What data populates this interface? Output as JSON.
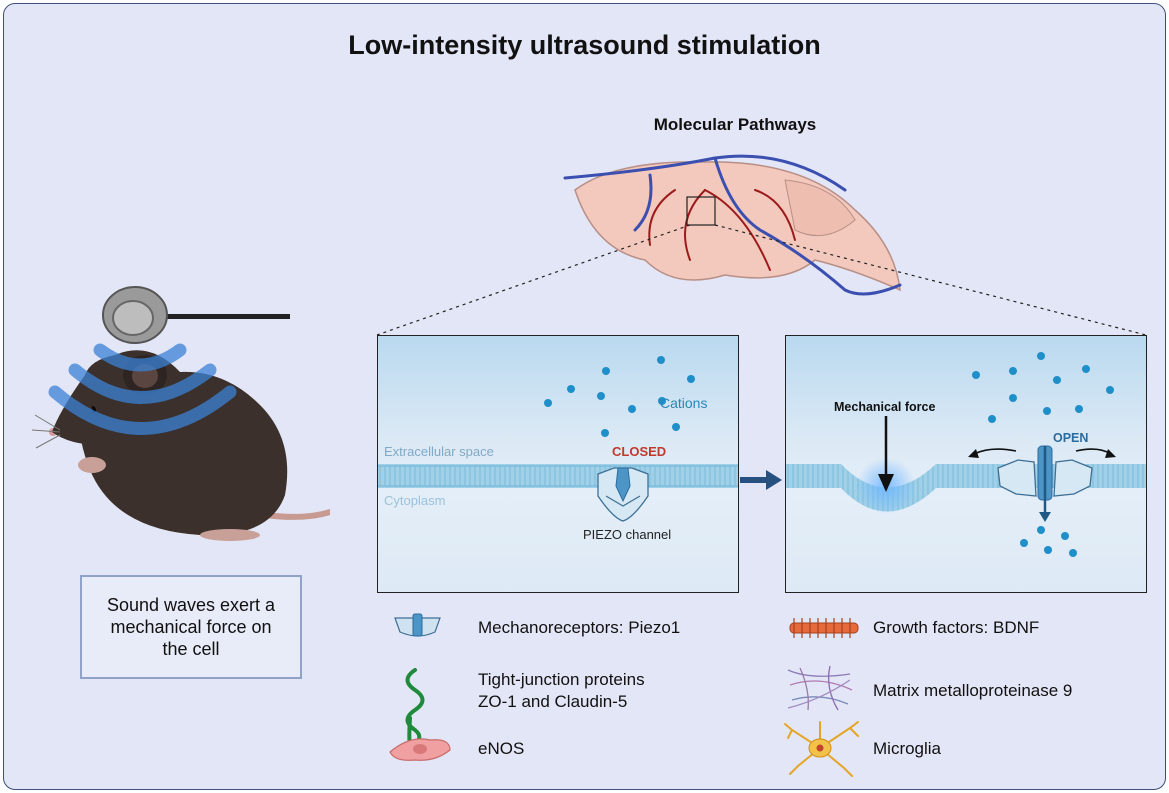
{
  "title": "Low-intensity ultrasound stimulation",
  "subtitle": "Molecular Pathways",
  "caption": "Sound waves exert a mechanical force on the cell",
  "panel_closed": {
    "cations_label": "Cations",
    "extracellular_label": "Extracellular space",
    "cytoplasm_label": "Cytoplasm",
    "state_label": "CLOSED",
    "channel_label": "PIEZO channel"
  },
  "panel_open": {
    "force_label": "Mechanical force",
    "state_label": "OPEN"
  },
  "legend": {
    "piezo1": "Mechanoreceptors: Piezo1",
    "tight_junction_line1": "Tight-junction proteins",
    "tight_junction_line2": "ZO-1 and Claudin-5",
    "enos": "eNOS",
    "bdnf": "Growth factors: BDNF",
    "mmp9": "Matrix metalloproteinase 9",
    "microglia": "Microglia"
  },
  "colors": {
    "frame_border": "#3d4f7a",
    "background": "#e3e6f6",
    "closed_red": "#c0392b",
    "open_blue": "#2b6c9e",
    "ion_blue": "#1e8fc9",
    "arrow_navy": "#25507f"
  }
}
